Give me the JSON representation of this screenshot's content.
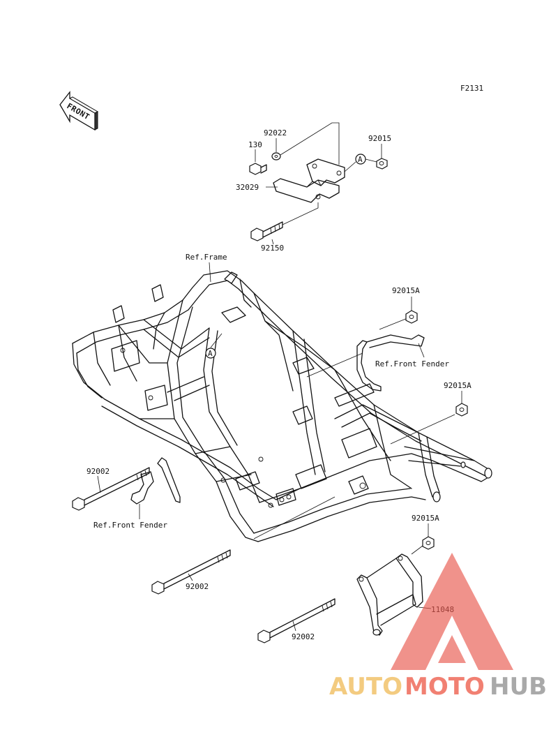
{
  "figure_code": "F2131",
  "front_arrow": {
    "label": "FRONT"
  },
  "callouts": {
    "p_130": "130",
    "p_92022": "92022",
    "p_92015": "92015",
    "p_32029": "32029",
    "p_92150": "92150",
    "p_ref_frame": "Ref.Frame",
    "p_92015A_1": "92015A",
    "p_ref_front_fender_1": "Ref.Front Fender",
    "p_92015A_2": "92015A",
    "p_92002_1": "92002",
    "p_ref_front_fender_2": "Ref.Front Fender",
    "p_92015A_3": "92015A",
    "p_92002_2": "92002",
    "p_11048": "11048",
    "p_92002_3": "92002",
    "marker_a_1": "A",
    "marker_a_2": "A"
  },
  "watermark": {
    "part1": "AUTO",
    "part2": "MOTO",
    "part3": "HUB",
    "color1": "#f2c26b",
    "color2": "#ef6a5a",
    "color3": "#9b9b9b",
    "triangle_color": "#e8544a"
  }
}
